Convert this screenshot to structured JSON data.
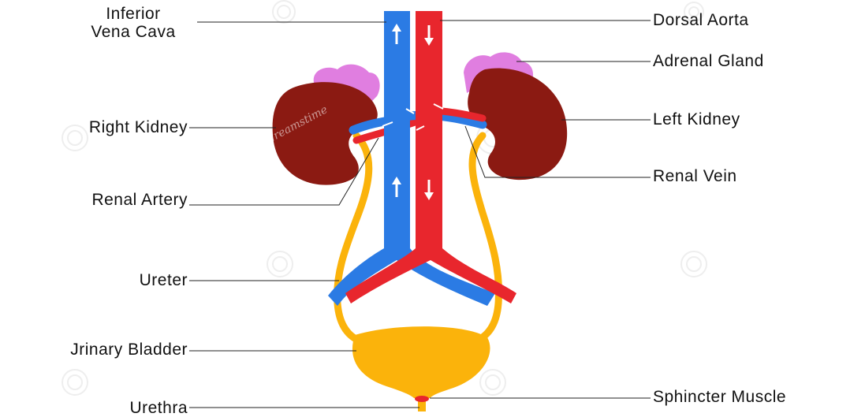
{
  "labels": {
    "inferior_vena_cava": "Inferior\nVena Cava",
    "right_kidney": "Right Kidney",
    "renal_artery": "Renal Artery",
    "ureter": "Ureter",
    "urinary_bladder": "Jrinary Bladder",
    "urethra": "Urethra",
    "dorsal_aorta": "Dorsal Aorta",
    "adrenal_gland": "Adrenal Gland",
    "left_kidney": "Left Kidney",
    "renal_vein": "Renal Vein",
    "sphincter_muscle": "Sphincter Muscle"
  },
  "colors": {
    "vein": "#2b7be4",
    "artery": "#e8262d",
    "kidney": "#8b1a12",
    "adrenal": "#e07ee0",
    "ureter_bladder": "#fbb30b",
    "line": "#222222"
  },
  "watermark": "dreamstime"
}
